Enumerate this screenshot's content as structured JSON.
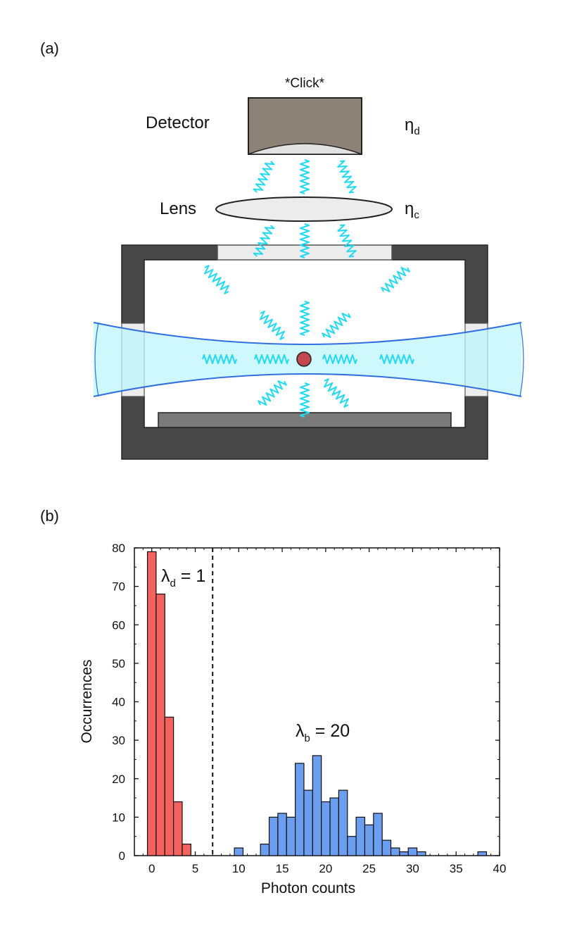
{
  "panel_a": {
    "label": "(a)",
    "click_label": "*Click*",
    "detector_label": "Detector",
    "detector_eff_symbol": "η",
    "detector_eff_sub": "d",
    "lens_label": "Lens",
    "lens_eff_symbol": "η",
    "lens_eff_sub": "c"
  },
  "panel_b": {
    "label": "(b)",
    "lambda_d_symbol": "λ",
    "lambda_d_sub": "d",
    "lambda_d_value": " = 1",
    "lambda_b_symbol": "λ",
    "lambda_b_sub": "b",
    "lambda_b_value": " = 20"
  },
  "colors": {
    "detector": "#8c8275",
    "chamber": "#484848",
    "beam": "#bff5fb",
    "beam_edge": "#2f6fe0",
    "photon": "#24d9f2",
    "atom": "#c2474f",
    "dark_bars": "#f3625e",
    "bright_bars": "#6c9ef0"
  },
  "chart_data": {
    "type": "bar",
    "xlabel": "Photon counts",
    "ylabel": "Occurrences",
    "xlim": [
      -2,
      40
    ],
    "ylim": [
      0,
      80
    ],
    "xticks": [
      0,
      5,
      10,
      15,
      20,
      25,
      30,
      35,
      40
    ],
    "yticks": [
      0,
      10,
      20,
      30,
      40,
      50,
      60,
      70,
      80
    ],
    "threshold": 7,
    "series": [
      {
        "color": "#f3625e",
        "x": [
          0,
          1,
          2,
          3,
          4
        ],
        "values": [
          79,
          68,
          36,
          14,
          3
        ]
      },
      {
        "color": "#6c9ef0",
        "x": [
          10,
          13,
          14,
          15,
          16,
          17,
          18,
          19,
          20,
          21,
          22,
          23,
          24,
          25,
          26,
          27,
          28,
          29,
          30,
          31,
          38
        ],
        "values": [
          2,
          3,
          10,
          11,
          10,
          24,
          17,
          26,
          14,
          15,
          17,
          5,
          10,
          8,
          11,
          4,
          2,
          1,
          2,
          1,
          1
        ]
      }
    ]
  }
}
